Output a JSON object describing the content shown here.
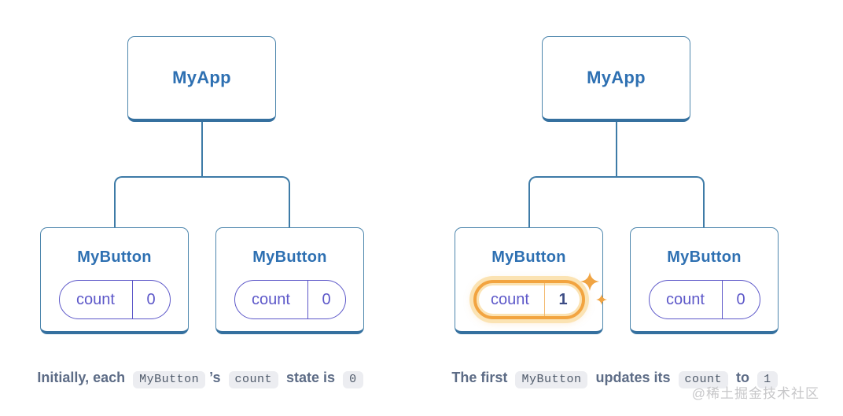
{
  "theme": {
    "box-border": "#4e87ad",
    "box-border-bottom": "#35709f",
    "connector": "#3e7ba7",
    "label-blue": "#2e70b2",
    "pill-purple": "#5d58c9",
    "highlight-orange": "#f2a440",
    "highlight-glow": "#fbe3b3",
    "value-navy": "#3d4d85",
    "caption-text": "#5d6c86",
    "code-bg": "#ecedf1",
    "code-text": "#4f5a6a",
    "watermark-gray": "#c7c7c9",
    "bg": "#ffffff"
  },
  "diagram": {
    "trees": [
      {
        "root": {
          "label": "MyApp"
        },
        "children": [
          {
            "label": "MyButton",
            "state": {
              "key": "count",
              "value": "0"
            },
            "highlighted": false
          },
          {
            "label": "MyButton",
            "state": {
              "key": "count",
              "value": "0"
            },
            "highlighted": false
          }
        ],
        "caption": {
          "parts": [
            {
              "type": "text",
              "text": "Initially, each"
            },
            {
              "type": "code",
              "text": "MyButton"
            },
            {
              "type": "text",
              "text": "’s"
            },
            {
              "type": "code",
              "text": "count"
            },
            {
              "type": "text",
              "text": "state is"
            },
            {
              "type": "code",
              "text": "0"
            }
          ]
        }
      },
      {
        "root": {
          "label": "MyApp"
        },
        "children": [
          {
            "label": "MyButton",
            "state": {
              "key": "count",
              "value": "1"
            },
            "highlighted": true
          },
          {
            "label": "MyButton",
            "state": {
              "key": "count",
              "value": "0"
            },
            "highlighted": false
          }
        ],
        "caption": {
          "parts": [
            {
              "type": "text",
              "text": "The first"
            },
            {
              "type": "code",
              "text": "MyButton"
            },
            {
              "type": "text",
              "text": "updates its"
            },
            {
              "type": "code",
              "text": "count"
            },
            {
              "type": "text",
              "text": "to"
            },
            {
              "type": "code",
              "text": "1"
            }
          ]
        }
      }
    ],
    "icons": {
      "sparkle_large": "sparkle-icon",
      "sparkle_small": "sparkle-icon"
    },
    "watermark": "@稀土掘金技术社区"
  }
}
